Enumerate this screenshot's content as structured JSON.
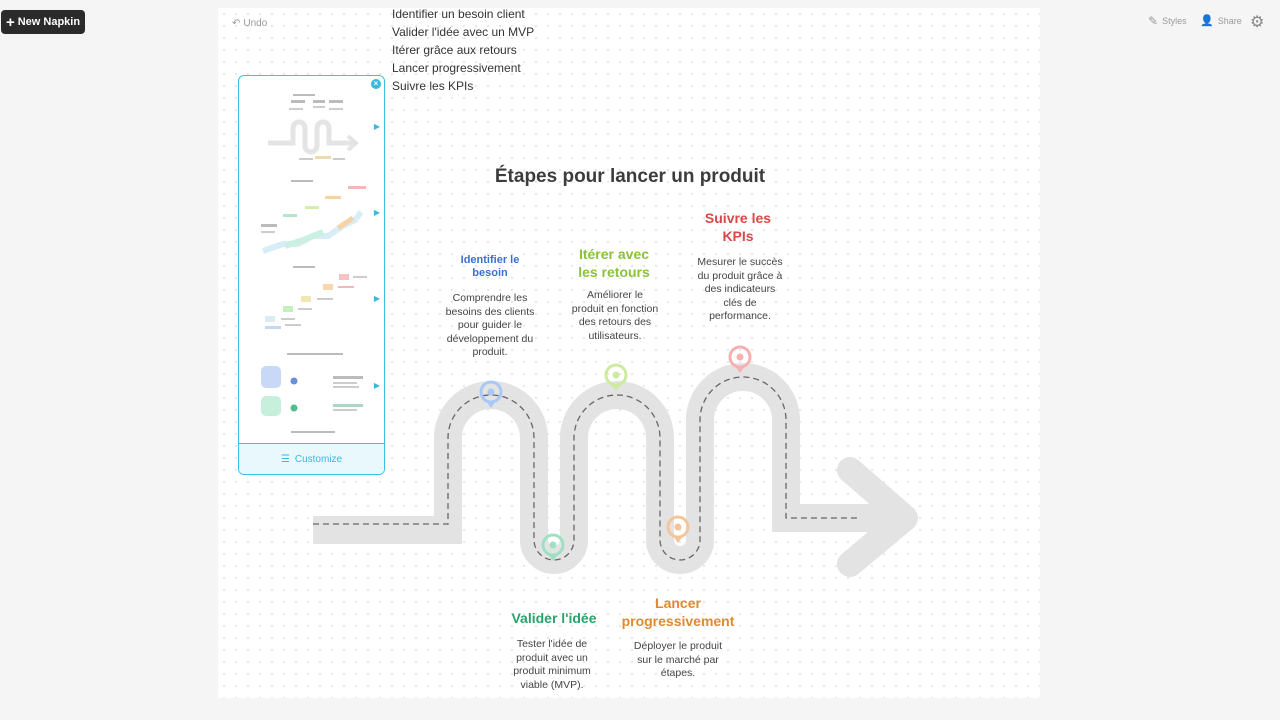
{
  "toolbar": {
    "new_napkin_label": "New Napkin",
    "undo_label": "Undo",
    "styles_label": "Styles",
    "share_label": "Share"
  },
  "document_lines": [
    "Identifier un besoin client",
    "Valider l'idée avec un MVP",
    "Itérer grâce aux retours",
    "Lancer progressivement",
    "Suivre les KPIs"
  ],
  "style_panel": {
    "customize_label": "Customize",
    "thumbnails": [
      "winding-road",
      "stepped-path",
      "staircase",
      "list-cards"
    ]
  },
  "infographic": {
    "title": "Étapes pour lancer un produit",
    "steps": [
      {
        "title_lines": [
          "Identifier le",
          "besoin"
        ],
        "color": "#3b6fd1",
        "description_lines": [
          "Comprendre les",
          "besoins des clients",
          "pour guider le",
          "développement du",
          "produit."
        ]
      },
      {
        "title_lines": [
          "Valider l'idée"
        ],
        "color": "#2aa36b",
        "description_lines": [
          "Tester l'idée de",
          "produit avec un",
          "produit minimum",
          "viable (MVP)."
        ]
      },
      {
        "title_lines": [
          "Itérer avec",
          "les retours"
        ],
        "color": "#8ac23a",
        "description_lines": [
          "Améliorer le",
          "produit en fonction",
          "des retours des",
          "utilisateurs."
        ]
      },
      {
        "title_lines": [
          "Lancer",
          "progressivement"
        ],
        "color": "#e08a2e",
        "description_lines": [
          "Déployer le produit",
          "sur le marché par",
          "étapes."
        ]
      },
      {
        "title_lines": [
          "Suivre les",
          "KPIs"
        ],
        "color": "#d94848",
        "description_lines": [
          "Mesurer le succès",
          "du produit grâce à",
          "des indicateurs",
          "clés de",
          "performance."
        ]
      }
    ]
  },
  "colors": {
    "accent": "#39c2e6",
    "road": "#e2e2e2",
    "pin_blue": "#a9c8f5",
    "pin_green": "#9fe0c3",
    "pin_lime": "#cdeaa0",
    "pin_orange": "#f5c59a",
    "pin_red": "#f5b0b0"
  }
}
